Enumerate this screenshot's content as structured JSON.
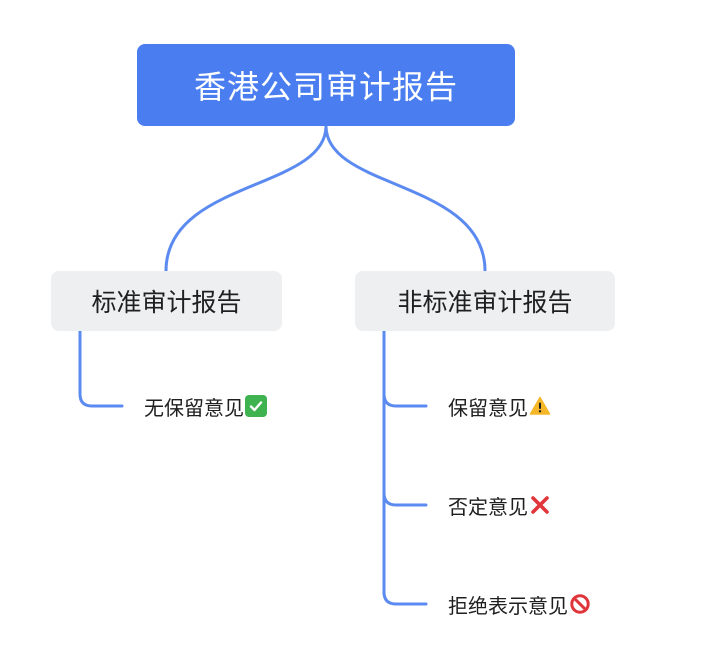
{
  "root": {
    "label": "香港公司审计报告"
  },
  "branches": [
    {
      "label": "标准审计报告",
      "leaves": [
        {
          "label": "无保留意见",
          "icon": "check-mark-icon",
          "icon_color": "#3fb34f"
        }
      ]
    },
    {
      "label": "非标准审计报告",
      "leaves": [
        {
          "label": "保留意见",
          "icon": "warning-icon",
          "icon_color": "#f5b728"
        },
        {
          "label": "否定意见",
          "icon": "cross-mark-icon",
          "icon_color": "#e0353a"
        },
        {
          "label": "拒绝表示意见",
          "icon": "prohibited-icon",
          "icon_color": "#e0353a"
        }
      ]
    }
  ],
  "colors": {
    "root_fill": "#4a7ef0",
    "branch_fill": "#eeeff1",
    "connector": "#5b8af0"
  }
}
